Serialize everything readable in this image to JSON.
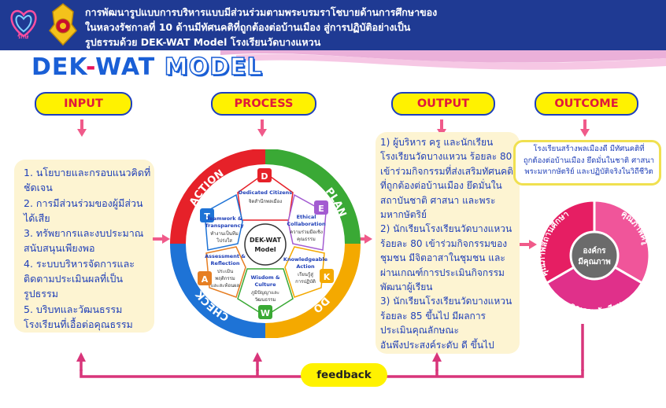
{
  "header": {
    "lines": [
      "การพัฒนารูปแบบการบริหารแบบมีส่วนร่วมตามพระบรมราโชบายด้านการศึกษาของ",
      "ในหลวงรัชกาลที่ 10 ด้านมีทัศนคติที่ถูกต้องต่อบ้านเมือง สู่การปฏิบัติอย่างเป็น",
      "รูปธรรมด้วย DEK-WAT Model โรงเรียนวัดบางแหวน"
    ],
    "logo_text": "รักษ์"
  },
  "model_title": {
    "part1": "DEK",
    "dash": "-",
    "part2": "WAT",
    "part3": "MODEL"
  },
  "columns": {
    "input": "INPUT",
    "process": "PROCESS",
    "output": "OUTPUT",
    "outcome": "OUTCOME"
  },
  "input_items": [
    "1. นโยบายและกรอบแนวคิดที่",
    "ชัดเจน",
    "2. การมีส่วนร่วมของผู้มีส่วน",
    "ได้เสีย",
    "3. ทรัพยากรและงบประมาณ",
    "สนับสนุนเพียงพอ",
    "4.  ระบบบริหารจัดการและ",
    "ติดตามประเมินผลที่เป็น",
    "รูปธรรม",
    "5. บริบทและวัฒนธรรม",
    "โรงเรียนที่เอื้อต่อคุณธรรม"
  ],
  "process": {
    "arcs": {
      "action": "ACTION",
      "plan": "PLAN",
      "do": "DO",
      "check": "CHECK"
    },
    "center_line1": "DEK-WAT",
    "center_line2": "Model",
    "petals": {
      "d": {
        "letter": "D",
        "title": "Dedicated Citizens",
        "desc": "จิตสำนึกพลเมือง"
      },
      "e": {
        "letter": "E",
        "title1": "Ethical",
        "title2": "Collaboration",
        "desc1": "ความร่วมมือเชิง",
        "desc2": "คุณธรรม"
      },
      "k": {
        "letter": "K",
        "title1": "Knowledgeable",
        "title2": "Action",
        "desc1": "เรียนรู้สู่",
        "desc2": "การปฏิบัติ"
      },
      "w": {
        "letter": "W",
        "title1": "Wisdom &",
        "title2": "Culture",
        "desc1": "ภูมิปัญญาและ",
        "desc2": "วัฒนธรรม"
      },
      "a": {
        "letter": "A",
        "title1": "Assessment &",
        "title2": "Reflection",
        "desc1": "ประเมิน",
        "desc2": "พฤติกรรม",
        "desc3": "และสะท้อนผล"
      },
      "t": {
        "letter": "T",
        "title1": "Teamwork &",
        "title2": "Transparency",
        "desc1": "ทำงานเป็นทีม",
        "desc2": "โปร่งใส"
      }
    }
  },
  "output_items": [
    "1) ผู้บริหาร ครู และนักเรียน",
    "โรงเรียนวัดบางแหวน ร้อยละ 80",
    "เข้าร่วมกิจกรรมที่ส่งเสริมทัศนคติ",
    "ที่ถูกต้องต่อบ้านเมือง ยึดมั่นใน",
    "สถาบันชาติ ศาสนา และพระ",
    "มหากษัตริย์",
    " 2) นักเรียนโรงเรียนวัดบางแหวน",
    "ร้อยละ 80 เข้าร่วมกิจกรรมของ",
    "ชุมชน มีจิตอาสาในชุมชน และ",
    "ผ่านเกณฑ์การประเมินกิจกรรม",
    "พัฒนาผู้เรียน",
    " 3) นักเรียนโรงเรียนวัดบางแหวน",
    "ร้อยละ 85 ขึ้นไป มีผลการ",
    "ประเมินคุณลักษณะ",
    "อันพึงประสงค์ระดับ ดี ขึ้นไป"
  ],
  "outcome_items": [
    "โรงเรียนสร้างพลเมืองดี มีทัศนคติที่",
    "ถูกต้องต่อบ้านเมือง ยึดมั่นในชาติ ศาสนา",
    "พระมหากษัตริย์ และปฏิบัติจริงในวิถีชีวิต"
  ],
  "quality": {
    "center1": "องค์กร",
    "center2": "มีคุณภาพ",
    "left": "คุณภาพสถานศึกษา",
    "right": "คุณภาพครู",
    "bottom": "คุณภาพนักเรียน"
  },
  "feedback": "feedback",
  "colors": {
    "header": "#1f3a93",
    "pink": "#f05a8a",
    "yellow": "#fff200",
    "panel": "#fdf4d2",
    "text": "#1f3fb8"
  }
}
